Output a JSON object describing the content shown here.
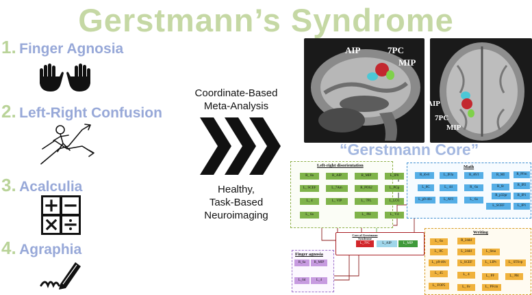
{
  "title": "Gerstmann’s Syndrome",
  "symptoms": [
    {
      "num": "1.",
      "label": "Finger Agnosia"
    },
    {
      "num": "2.",
      "label": "Left-Right Confusion"
    },
    {
      "num": "3.",
      "label": "Acalculia"
    },
    {
      "num": "4.",
      "label": "Agraphia"
    }
  ],
  "icons": [
    "hands-icon",
    "left-right-person-icon",
    "calculator-icon",
    "pen-writing-icon"
  ],
  "method": {
    "line1": "Coordinate-Based",
    "line2": "Meta-Analysis",
    "line3": "Healthy,",
    "line4": "Task-Based",
    "line5": "Neuroimaging"
  },
  "brain_labels": {
    "sagittal": [
      "AIP",
      "7PC",
      "MIP"
    ],
    "axial": [
      "AIP",
      "7PC",
      "MIP"
    ]
  },
  "core_title": "“Gerstmann Core”",
  "network": {
    "left_right": {
      "title": "Left-right disorientation",
      "nodes": [
        "R_ 8a",
        "R_AIP",
        "R_MIP",
        "L_IP0",
        "L_ SCEF",
        "L_7Am",
        "R_POS2",
        "L_PGp",
        "L_ 4",
        "L_ VIP",
        "L_ 7PL",
        "L_LO1",
        "L_ 6a",
        "L_ PH",
        "L_ V4"
      ]
    },
    "math": {
      "title": "Math",
      "nodes": [
        "R_i6-8",
        "L_IFJa",
        "R_AVI",
        "R_MI",
        "R_PFm",
        "L_8C",
        "L_ 44",
        "R_ 6a",
        "R_6r",
        "R_IP2",
        "L_p9-46v",
        "L_AVI",
        "R_p32pr",
        "R_IP1",
        "L_ 6a",
        "L_SCEF",
        "L_IP1"
      ]
    },
    "core": {
      "title": "Core of Gerstmann Syndrome",
      "nodes": [
        "L_7PC",
        "L_AIP",
        "L_MIP"
      ]
    },
    "finger": {
      "title": "Finger agnosia",
      "nodes": [
        "R_6a",
        "R_MIP",
        "L_6d",
        "L_4"
      ]
    },
    "writing": {
      "title": "Writing",
      "nodes": [
        "L_ 6a",
        "R_24dd",
        "L_ 8C",
        "L_24dd",
        "L_6ma",
        "L_ p9-46v",
        "L_SCEF",
        "L_ LIPv",
        "L_ STSvp",
        "L_ 45",
        "L_ 4",
        "L_ PF",
        "L_ PH",
        "L_ FOP5",
        "L_ 6v",
        "L_ PFcm"
      ]
    }
  },
  "colors": {
    "title": "#c5d8a4",
    "number": "#b9d398",
    "symptom_text": "#97a8d8",
    "core_title": "#a3b7e0",
    "left_right": "#7fb34a",
    "math": "#55aee6",
    "writing": "#f0b23c",
    "finger": "#c79be0",
    "core": "#d2262a"
  }
}
